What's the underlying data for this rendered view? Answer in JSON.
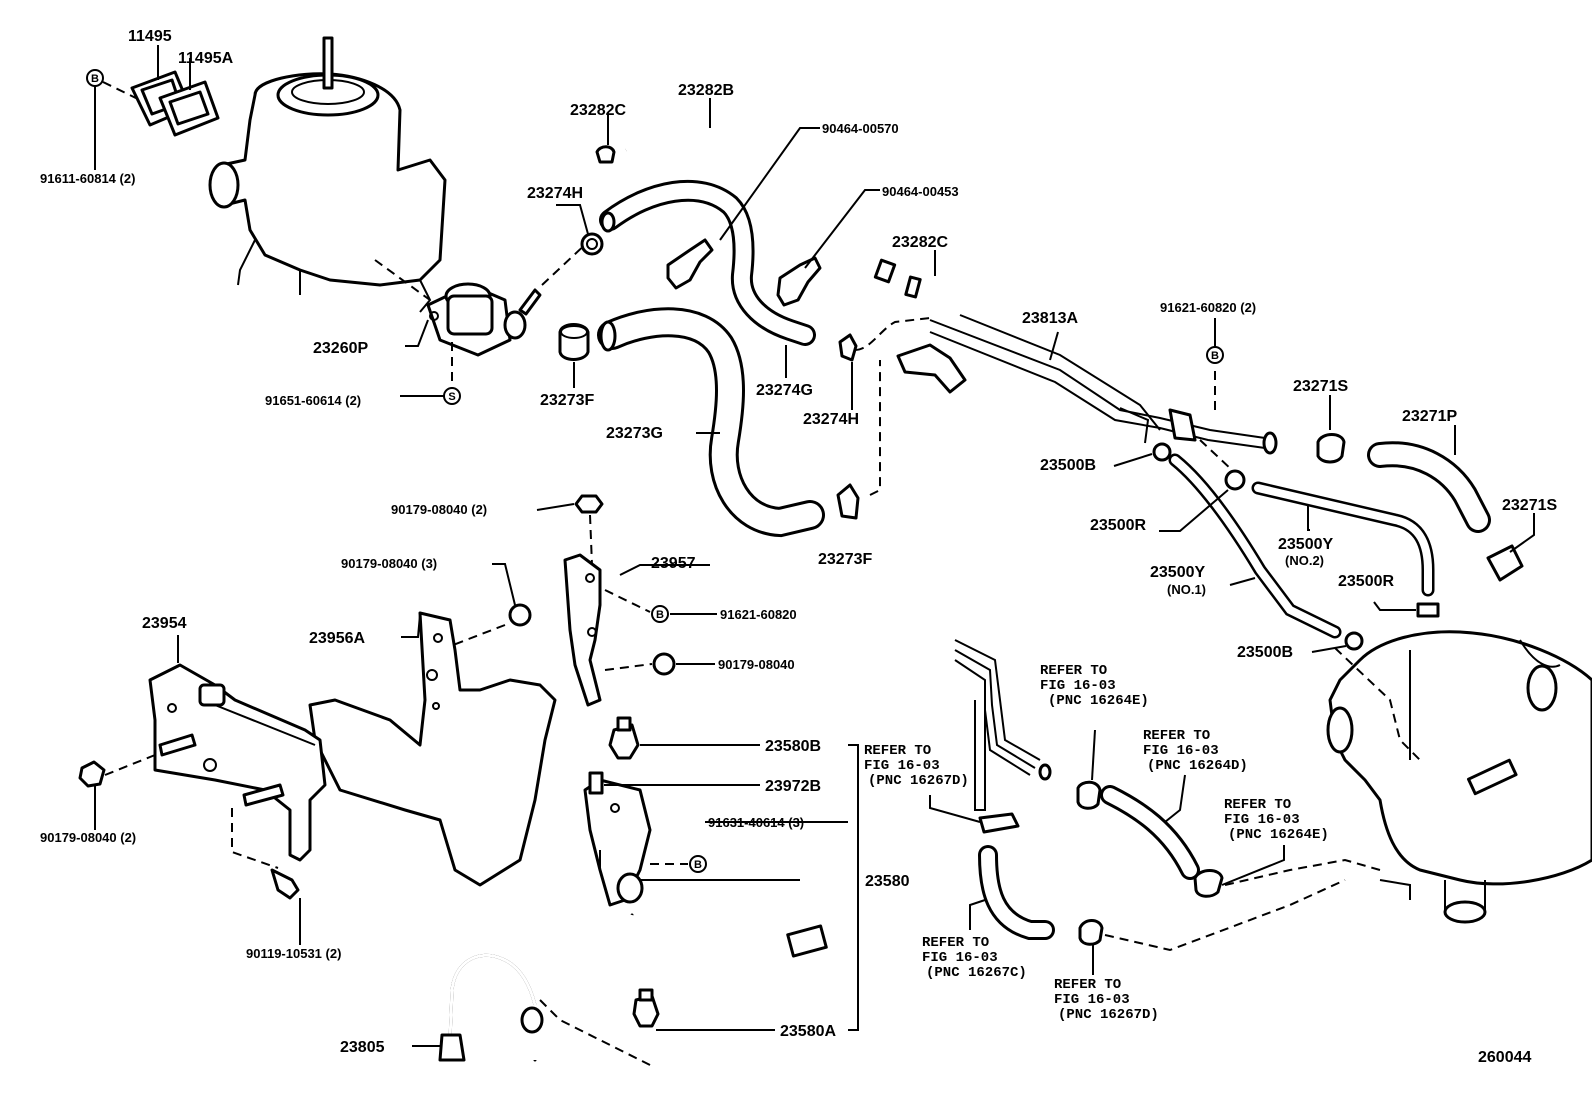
{
  "labels": {
    "p11495": "11495",
    "p11495A": "11495A",
    "p91611": "91611-60814 (2)",
    "p23282C_top": "23282C",
    "p23282B": "23282B",
    "p90464_570": "90464-00570",
    "p23274H_top": "23274H",
    "p90464_453": "90464-00453",
    "p23282C_mid": "23282C",
    "p23813A": "23813A",
    "p91621_2": "91621-60820 (2)",
    "p23260P": "23260P",
    "p23273F_left": "23273F",
    "p23274G": "23274G",
    "p23274H_mid": "23274H",
    "p91651": "91651-60614 (2)",
    "p23273G": "23273G",
    "p23271S_top": "23271S",
    "p23271P": "23271P",
    "p23500B_top": "23500B",
    "p23271S_right": "23271S",
    "p23500R_left": "23500R",
    "p23500Y_no2": "23500Y",
    "p23500Y_no2_sub": "(NO.2)",
    "p90179_2top": "90179-08040 (2)",
    "p23957": "23957",
    "p23273F_right": "23273F",
    "p23500Y_no1": "23500Y",
    "p23500Y_no1_sub": "(NO.1)",
    "p23500R_right": "23500R",
    "p90179_3": "90179-08040 (3)",
    "p23954": "23954",
    "p23956A": "23956A",
    "p91621": "91621-60820",
    "p23500B_bot": "23500B",
    "p90179_mid": "90179-08040",
    "p23580B": "23580B",
    "p23972B": "23972B",
    "p91631": "91631-40614 (3)",
    "p90179_2bot": "90179-08040 (2)",
    "p23580": "23580",
    "p90119": "90119-10531 (2)",
    "p23805": "23805",
    "p23580A": "23580A",
    "diagram_id": "260044"
  },
  "refers": {
    "r1": [
      "REFER TO",
      "FIG 16-03",
      "(PNC 16264E)"
    ],
    "r2": [
      "REFER TO",
      "FIG 16-03",
      "(PNC 16267D)"
    ],
    "r3": [
      "REFER TO",
      "FIG 16-03",
      "(PNC 16264D)"
    ],
    "r4": [
      "REFER TO",
      "FIG 16-03",
      "(PNC 16264E)"
    ],
    "r5": [
      "REFER TO",
      "FIG 16-03",
      "(PNC 16267C)"
    ],
    "r6": [
      "REFER TO",
      "FIG 16-03",
      "(PNC 16267D)"
    ]
  },
  "marks": {
    "b": "B",
    "s": "S"
  }
}
